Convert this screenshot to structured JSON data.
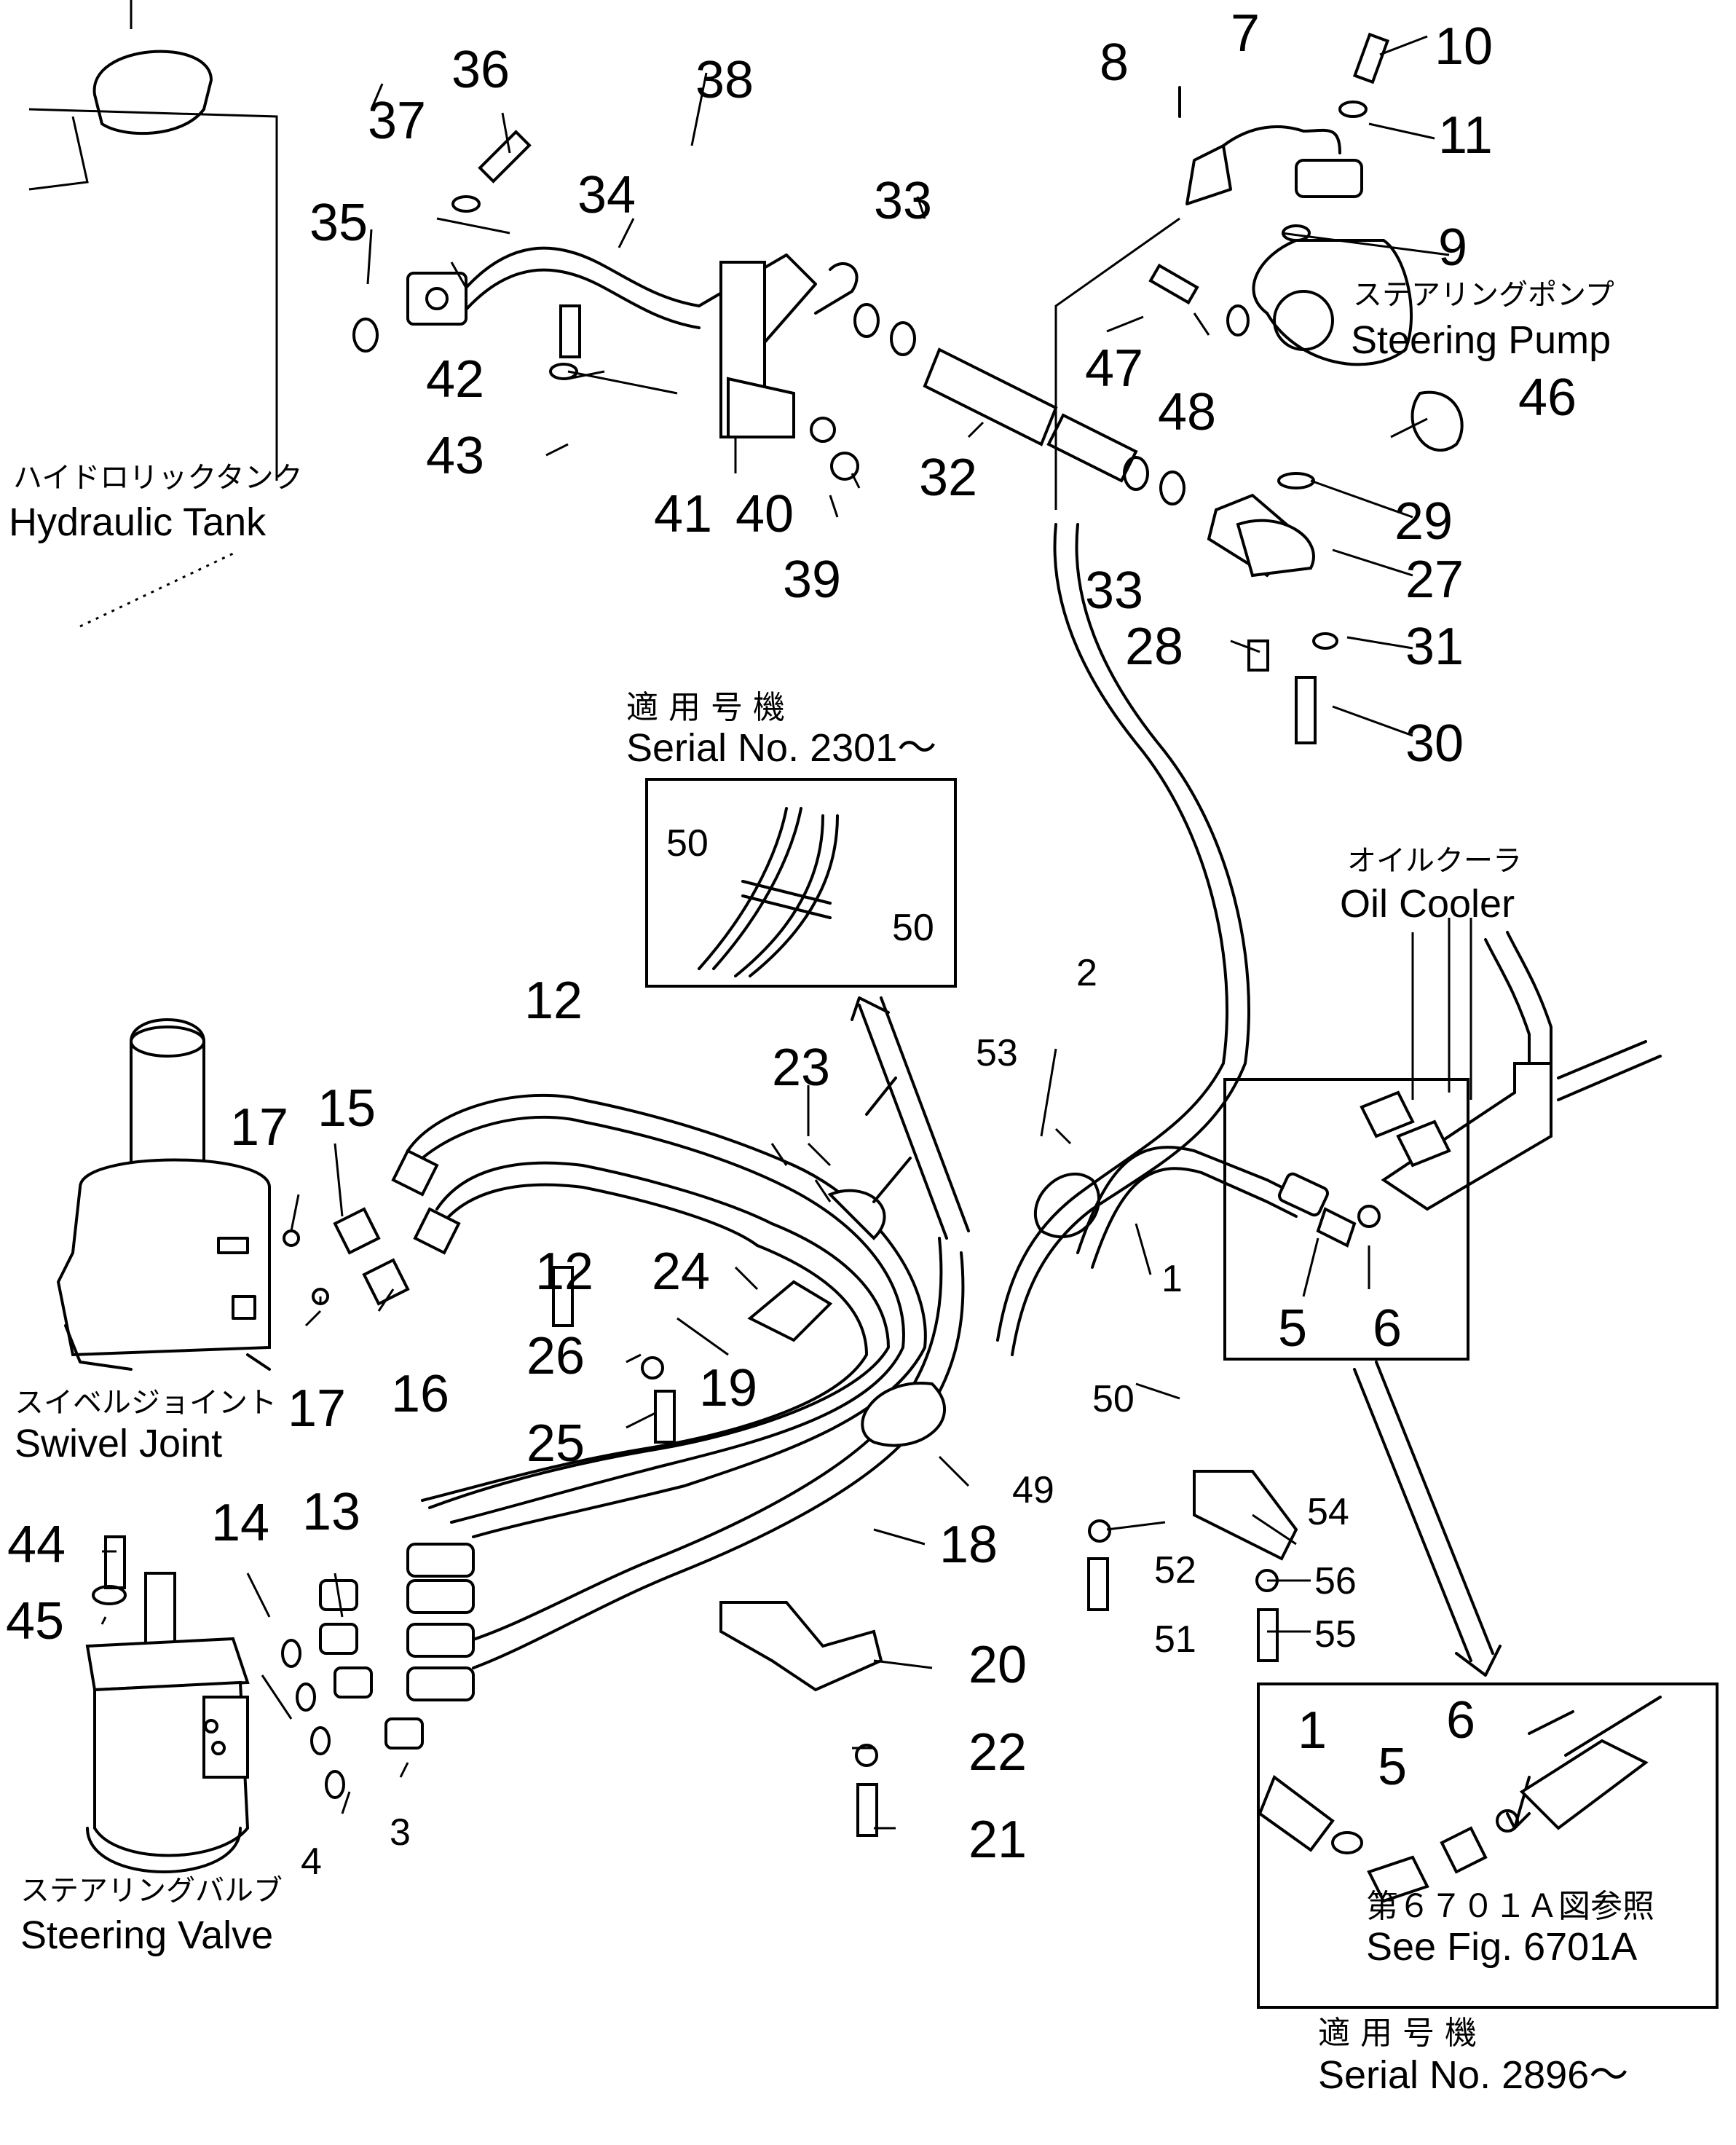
{
  "labels": {
    "hydraulic_tank_jp": "ハイドロリックタンク",
    "hydraulic_tank_en": "Hydraulic Tank",
    "steering_pump_jp": "ステアリングポンプ",
    "steering_pump_en": "Steering Pump",
    "oil_cooler_jp": "オイルクーラ",
    "oil_cooler_en": "Oil Cooler",
    "swivel_joint_jp": "スイベルジョイント",
    "swivel_joint_en": "Swivel Joint",
    "steering_valve_jp": "ステアリングバルブ",
    "steering_valve_en": "Steering Valve",
    "serial_a_jp": "適 用 号 機",
    "serial_a_en": "Serial No. 2301～",
    "serial_b_jp": "適 用 号 機",
    "serial_b_en": "Serial No. 2896～",
    "see_fig_jp": "第６７０１Ａ図参照",
    "see_fig_en": "See Fig. 6701A"
  },
  "part_numbers": {
    "p1": "1",
    "p2": "2",
    "p3": "3",
    "p4": "4",
    "p5": "5",
    "p6": "6",
    "p7": "7",
    "p8": "8",
    "p9": "9",
    "p10": "10",
    "p11": "11",
    "p12a": "12",
    "p12b": "12",
    "p13": "13",
    "p14": "14",
    "p15": "15",
    "p16": "16",
    "p17a": "17",
    "p17b": "17",
    "p18": "18",
    "p19": "19",
    "p20": "20",
    "p21": "21",
    "p22": "22",
    "p23": "23",
    "p24": "24",
    "p25": "25",
    "p26": "26",
    "p27": "27",
    "p28": "28",
    "p29": "29",
    "p30": "30",
    "p31": "31",
    "p32": "32",
    "p33a": "33",
    "p33b": "33",
    "p34": "34",
    "p35": "35",
    "p36": "36",
    "p37": "37",
    "p38": "38",
    "p39": "39",
    "p40": "40",
    "p41": "41",
    "p42": "42",
    "p43": "43",
    "p44": "44",
    "p45": "45",
    "p46": "46",
    "p47": "47",
    "p48": "48",
    "p49": "49",
    "p50a": "50",
    "p50b": "50",
    "p50c": "50",
    "p51": "51",
    "p52": "52",
    "p53": "53",
    "p54": "54",
    "p55": "55",
    "p56": "56",
    "inset_1": "1",
    "inset_5": "5",
    "inset_6": "6"
  }
}
